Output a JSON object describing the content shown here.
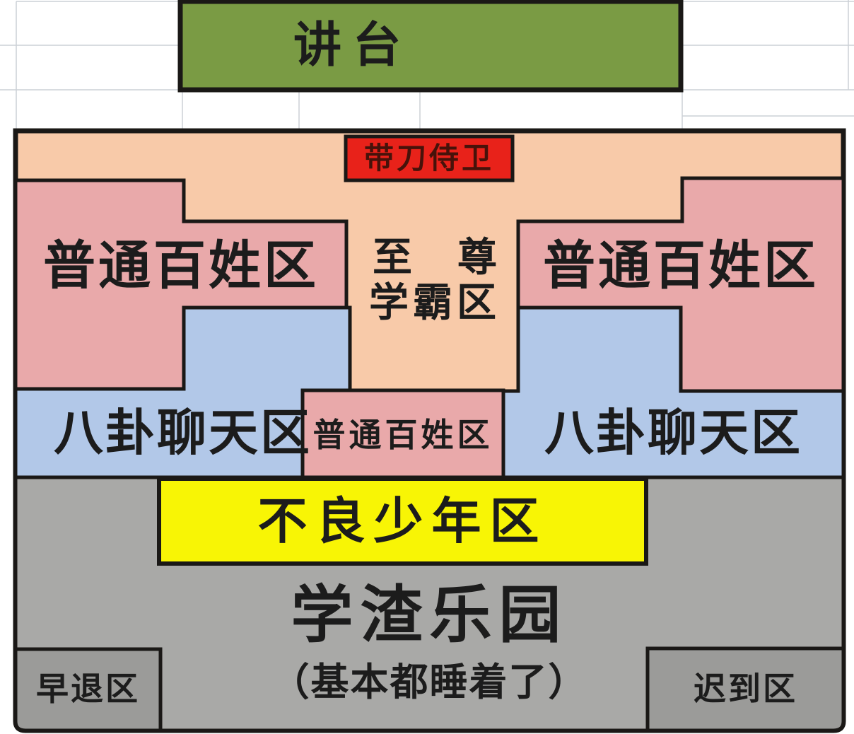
{
  "colors": {
    "background": "#ffffff",
    "gridline": "#ccd0d6",
    "border": "#1a1816",
    "podium_green": "#7a9b44",
    "peach": "#f8caa9",
    "pink": "#e9a9aa",
    "blue": "#b2c8e8",
    "yellow": "#f8f505",
    "red": "#e8221a",
    "gray": "#a9a9a7",
    "corner_gray": "#9b9b99",
    "text": "#1c1c1c",
    "guard_text": "#47120a"
  },
  "zones": {
    "podium": {
      "label": "讲台"
    },
    "guard": {
      "label": "带刀侍卫"
    },
    "commoner_left": {
      "label": "普通百姓区"
    },
    "commoner_right": {
      "label": "普通百姓区"
    },
    "supreme": {
      "line1_left": "至",
      "line1_right": "尊",
      "line2": "学霸区"
    },
    "gossip_left": {
      "label": "八卦聊天区"
    },
    "commoner_center": {
      "label": "普通百姓区"
    },
    "gossip_right": {
      "label": "八卦聊天区"
    },
    "delinquent": {
      "label": "不良少年区"
    },
    "slacker": {
      "title": "学渣乐园",
      "subtitle": "（基本都睡着了）"
    },
    "early_leave": {
      "label": "早退区"
    },
    "late": {
      "label": "迟到区"
    }
  }
}
